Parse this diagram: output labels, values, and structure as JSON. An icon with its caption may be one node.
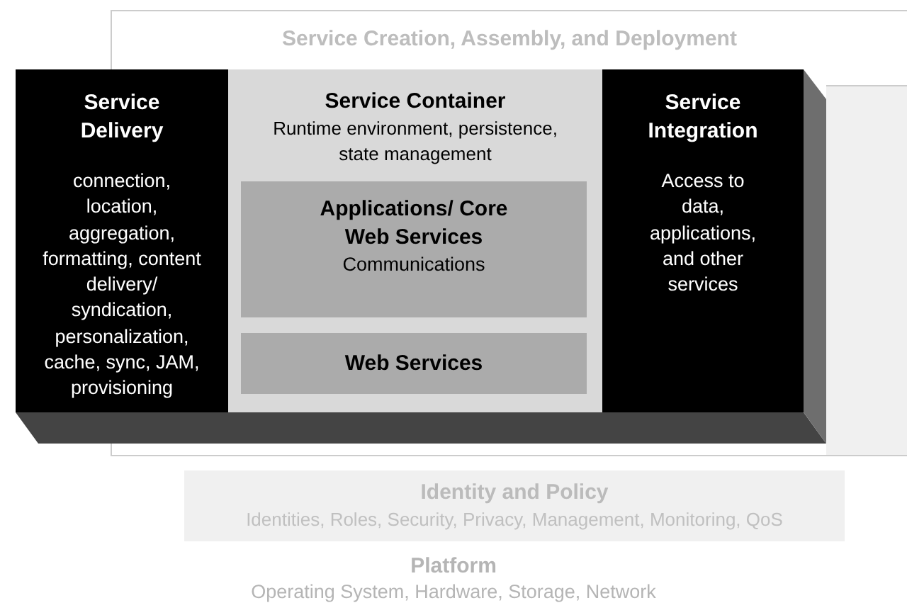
{
  "diagram": {
    "nodes": [
      {
        "text": [
          "Service Creation, Assembly, and Deployment"
        ]
      },
      {
        "text": [
          "Service Delivery",
          "connection, location, aggregation, formatting, content delivery/ syndication, personalization, cache, sync, JAM, provisioning"
        ]
      },
      {
        "text": [
          "Service Container",
          "Runtime environment, persistence, state management"
        ]
      },
      {
        "text": [
          "Applications/ Core Web Services",
          "Communications"
        ],
        "in": 2
      },
      {
        "text": [
          "Web Services"
        ],
        "in": 2
      },
      {
        "text": [
          "Service Integration",
          "Access to data, applications, and other services"
        ]
      },
      {
        "text": [
          "Identity and Policy",
          "Identities, Roles, Security, Privacy, Management, Monitoring, QoS"
        ]
      }
    ],
    "edges": [],
    "labels": [
      "Platform",
      "Operating System, Hardware, Storage, Network"
    ]
  }
}
